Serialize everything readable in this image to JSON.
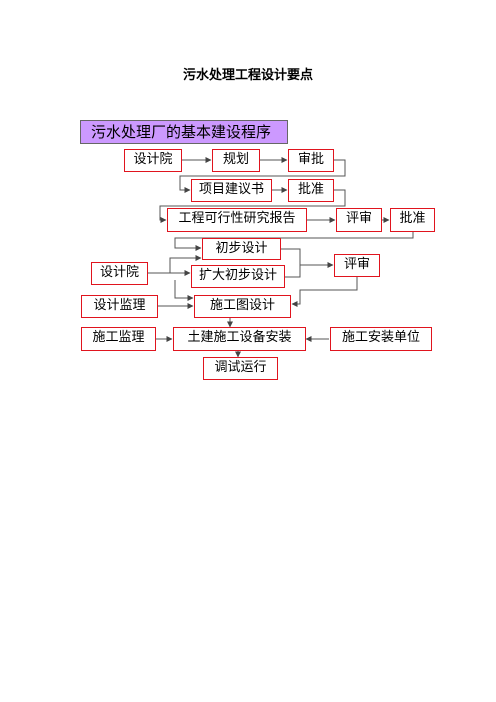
{
  "page": {
    "title": "污水处理工程设计要点"
  },
  "diagram": {
    "banner": "污水处理厂的基本建设程序",
    "nodes": {
      "design_institute_1": "设计院",
      "planning": "规划",
      "approval_1": "审批",
      "project_proposal": "项目建议书",
      "approve_1": "批准",
      "feasibility_report": "工程可行性研究报告",
      "review_1": "评审",
      "approve_2": "批准",
      "preliminary_design": "初步设计",
      "expanded_preliminary_design": "扩大初步设计",
      "review_2": "评审",
      "design_institute_2": "设计院",
      "design_supervision": "设计监理",
      "construction_drawing_design": "施工图设计",
      "construction_supervision": "施工监理",
      "civil_equipment_installation": "土建施工设备安装",
      "installation_contractor": "施工安装单位",
      "commissioning": "调试运行"
    }
  }
}
